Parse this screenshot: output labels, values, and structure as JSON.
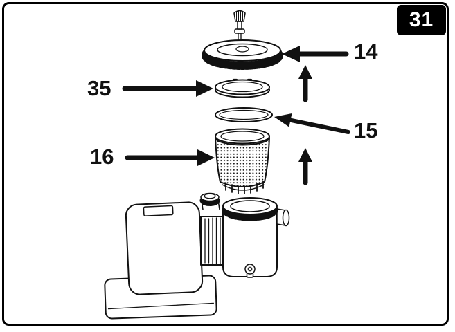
{
  "figure": {
    "step_number": "31",
    "parts": [
      {
        "id": "filter-lid",
        "label": "14"
      },
      {
        "id": "seal-plate",
        "label": "35"
      },
      {
        "id": "o-ring",
        "label": "15"
      },
      {
        "id": "strainer-basket",
        "label": "16"
      }
    ]
  },
  "colors": {
    "line": "#111111",
    "badge_bg": "#000000",
    "badge_text": "#ffffff",
    "page_bg": "#ffffff"
  }
}
